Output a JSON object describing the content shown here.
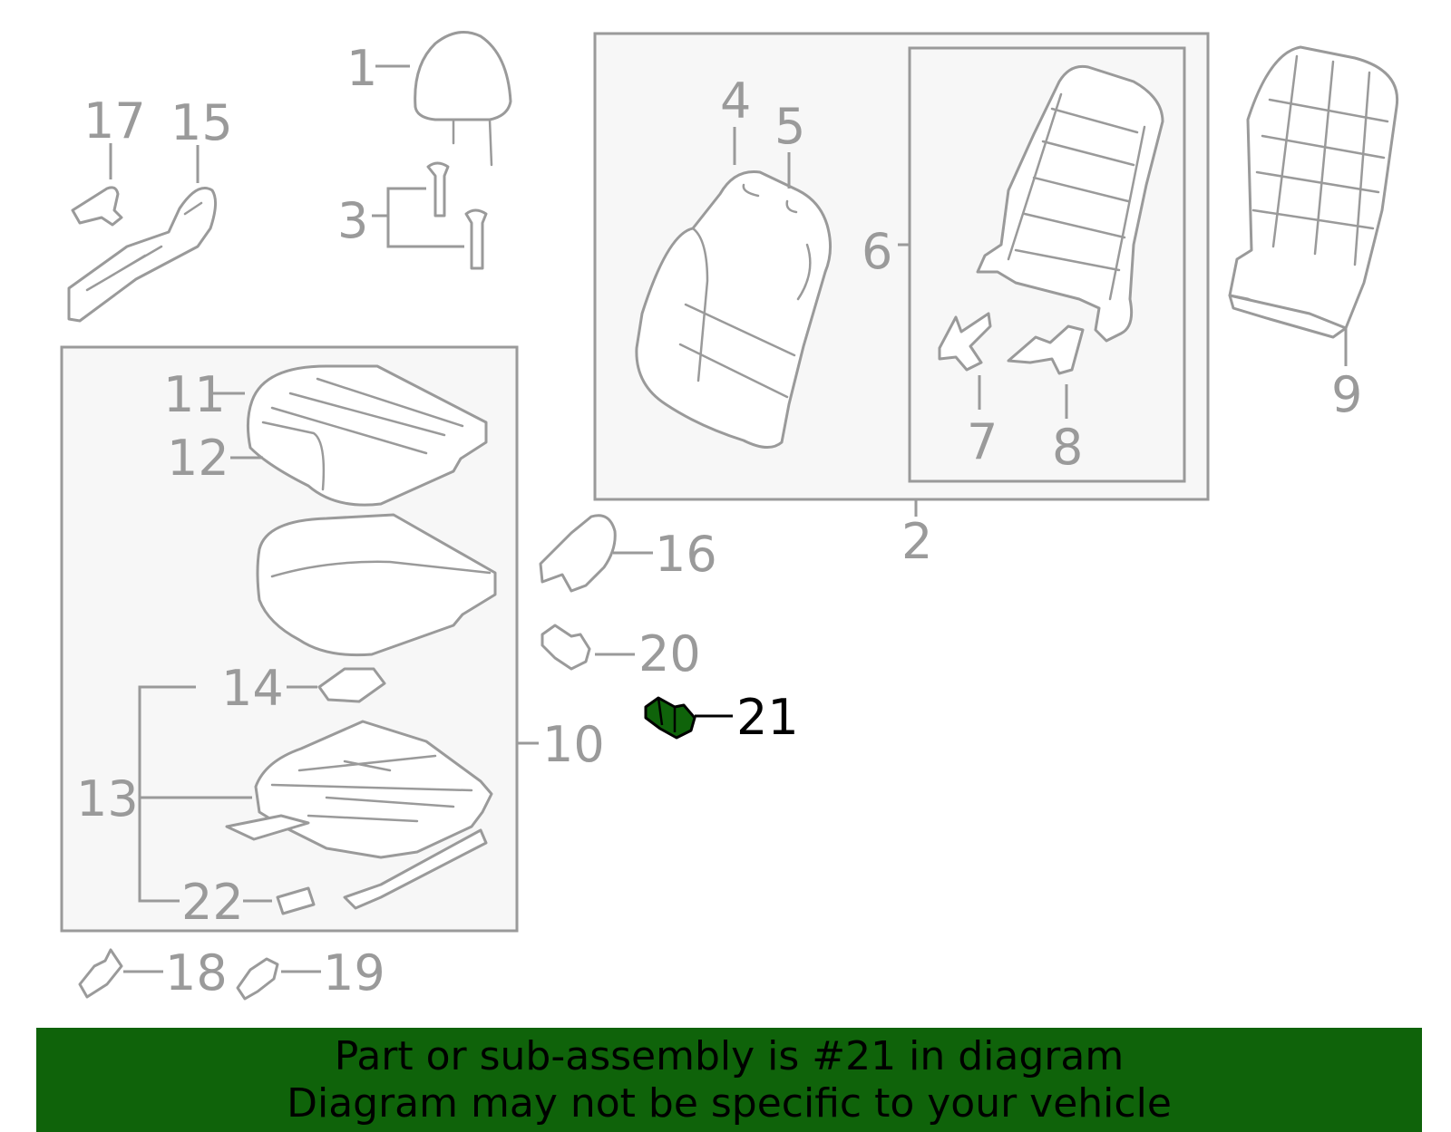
{
  "callouts": {
    "c1": "1",
    "c2": "2",
    "c3": "3",
    "c4": "4",
    "c5": "5",
    "c6": "6",
    "c7": "7",
    "c8": "8",
    "c9": "9",
    "c10": "10",
    "c11": "11",
    "c12": "12",
    "c13": "13",
    "c14": "14",
    "c15": "15",
    "c16": "16",
    "c17": "17",
    "c18": "18",
    "c19": "19",
    "c20": "20",
    "c21": "21",
    "c22": "22"
  },
  "highlight_part": "21",
  "colors": {
    "line_gray": "#9a9a9a",
    "highlight_fill": "#0f630a",
    "box_fill": "#f7f7f7",
    "banner_bg": "#0f630a",
    "banner_text": "#000000"
  },
  "banner": {
    "line1": "Part or sub-assembly is #21 in diagram",
    "line2": "Diagram may not be specific to your vehicle"
  }
}
